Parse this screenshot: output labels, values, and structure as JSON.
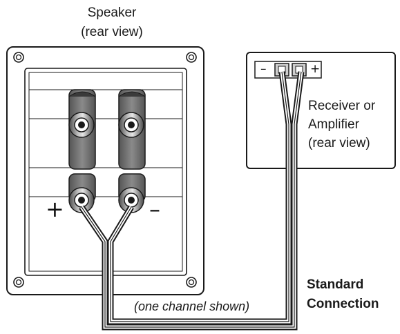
{
  "speaker": {
    "title": "Speaker",
    "subtitle": "(rear view)",
    "plus_label": "+",
    "minus_label": "–"
  },
  "receiver": {
    "line1": "Receiver or",
    "line2": "Amplifier",
    "line3": "(rear view)",
    "minus_label": "–",
    "plus_label": "+"
  },
  "caption": {
    "note": "(one channel shown)",
    "line1": "Standard",
    "line2": "Connection"
  },
  "colors": {
    "stroke": "#1a1a1a",
    "post_dark": "#5a5a5a",
    "post_light": "#d8d8d8",
    "background": "#ffffff"
  }
}
